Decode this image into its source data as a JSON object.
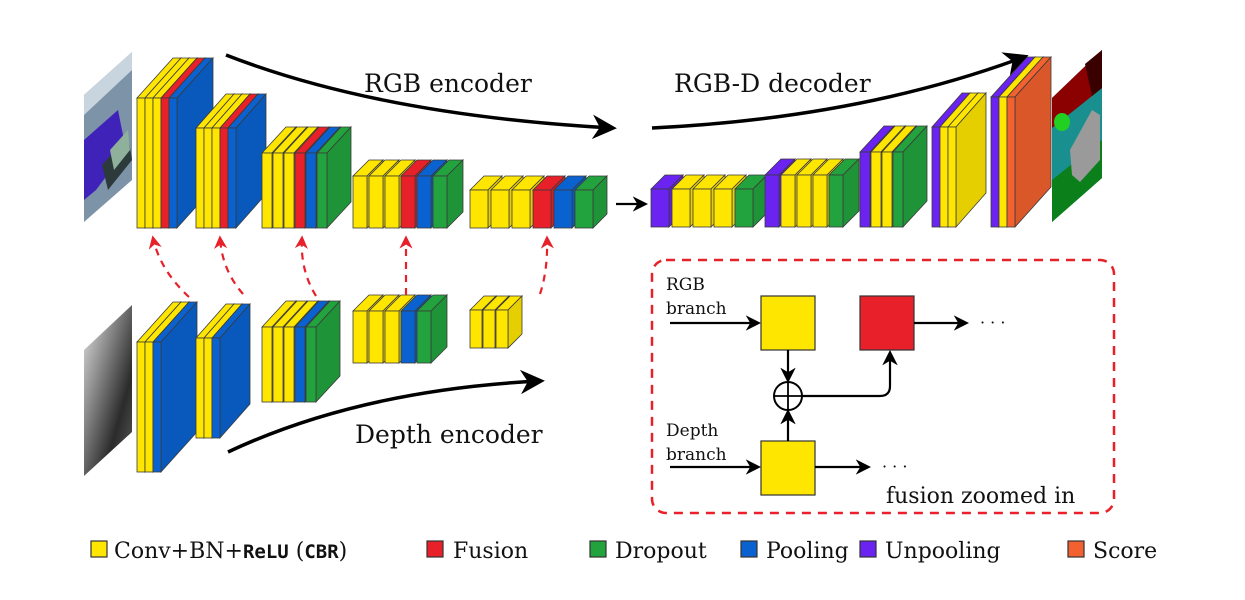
{
  "colors": {
    "cbr": "#FFE600",
    "fusion": "#E8202A",
    "dropout": "#22A33E",
    "pooling": "#0A62D0",
    "unpooling": "#6A23F0",
    "score": "#F2612F",
    "skip_arrow": "#E8202A",
    "outline": "#3a3a3a"
  },
  "labels": {
    "rgb_encoder": "RGB encoder",
    "rgbd_decoder": "RGB-D decoder",
    "depth_encoder": "Depth encoder"
  },
  "images": {
    "rgb_input": "RGB input image (indoor scene)",
    "depth_input": "Depth input image",
    "segmentation_output": "Segmentation score output"
  },
  "rgb_encoder_stages": [
    [
      "cbr",
      "cbr",
      "cbr",
      "fusion",
      "pooling"
    ],
    [
      "cbr",
      "cbr",
      "cbr",
      "fusion",
      "pooling"
    ],
    [
      "cbr",
      "cbr",
      "cbr",
      "fusion",
      "pooling",
      "dropout"
    ],
    [
      "cbr",
      "cbr",
      "cbr",
      "fusion",
      "pooling",
      "dropout"
    ],
    [
      "cbr",
      "cbr",
      "cbr",
      "fusion",
      "pooling",
      "dropout"
    ]
  ],
  "depth_encoder_stages": [
    [
      "cbr",
      "cbr",
      "pooling"
    ],
    [
      "cbr",
      "cbr",
      "pooling"
    ],
    [
      "cbr",
      "cbr",
      "cbr",
      "pooling",
      "dropout"
    ],
    [
      "cbr",
      "cbr",
      "cbr",
      "pooling",
      "dropout"
    ],
    [
      "cbr",
      "cbr",
      "cbr"
    ]
  ],
  "decoder_stages": [
    [
      "unpooling",
      "cbr",
      "cbr",
      "cbr",
      "dropout"
    ],
    [
      "unpooling",
      "cbr",
      "cbr",
      "cbr",
      "dropout"
    ],
    [
      "unpooling",
      "cbr",
      "cbr",
      "dropout"
    ],
    [
      "unpooling",
      "cbr",
      "cbr"
    ],
    [
      "unpooling",
      "cbr",
      "score"
    ]
  ],
  "fusion_inset": {
    "title": "fusion zoomed in",
    "rgb_branch_line1": "RGB",
    "rgb_branch_line2": "branch",
    "depth_branch_line1": "Depth",
    "depth_branch_line2": "branch",
    "sum_symbol": "⊕",
    "continuation": "· · ·"
  },
  "legend": [
    {
      "key": "cbr",
      "label_a": "Conv+BN+",
      "label_mono": "ReLU",
      "label_b": " (",
      "label_mono2": "CBR",
      "label_c": ")"
    },
    {
      "key": "fusion",
      "label": "Fusion"
    },
    {
      "key": "dropout",
      "label": "Dropout"
    },
    {
      "key": "pooling",
      "label": "Pooling"
    },
    {
      "key": "unpooling",
      "label": "Unpooling"
    },
    {
      "key": "score",
      "label": "Score"
    }
  ]
}
